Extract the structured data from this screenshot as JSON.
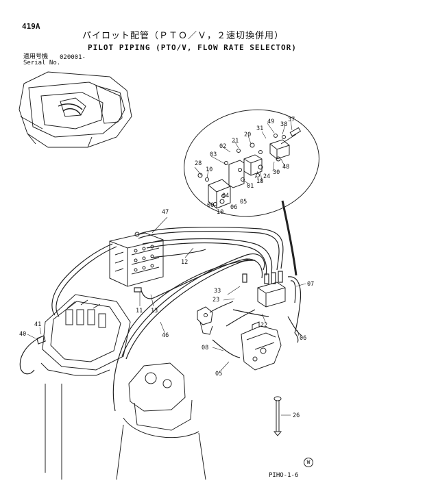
{
  "page_number": "419A",
  "title_jp": "パイロット配管（ＰＴＯ／Ｖ，２速切換併用）",
  "title_en": "PILOT PIPING (PTO/V, FLOW RATE SELECTOR)",
  "serial": {
    "label_jp": "適用号機",
    "label_en": "Serial No.",
    "value": "020001-"
  },
  "figure_code": "PIHO-1-6",
  "mark": "W",
  "callouts": {
    "c31": "31",
    "c49": "49",
    "c37": "37",
    "c38": "38",
    "c20": "20",
    "c21": "21",
    "c30": "30",
    "c48": "48",
    "c02": "02",
    "c03": "03",
    "c28": "28",
    "c10a": "10",
    "c01": "01",
    "c18": "18",
    "c24": "24",
    "c04": "04",
    "c05": "05",
    "c06a": "06",
    "c00": "00",
    "c10b": "10",
    "c47": "47",
    "c12": "12",
    "c11": "11",
    "c13": "13",
    "c33": "33",
    "c23": "23",
    "c07": "07",
    "c22": "22",
    "c06b": "06",
    "c46": "46",
    "c41": "41",
    "c40": "40",
    "c08": "08",
    "c05b": "05",
    "c26": "26"
  }
}
